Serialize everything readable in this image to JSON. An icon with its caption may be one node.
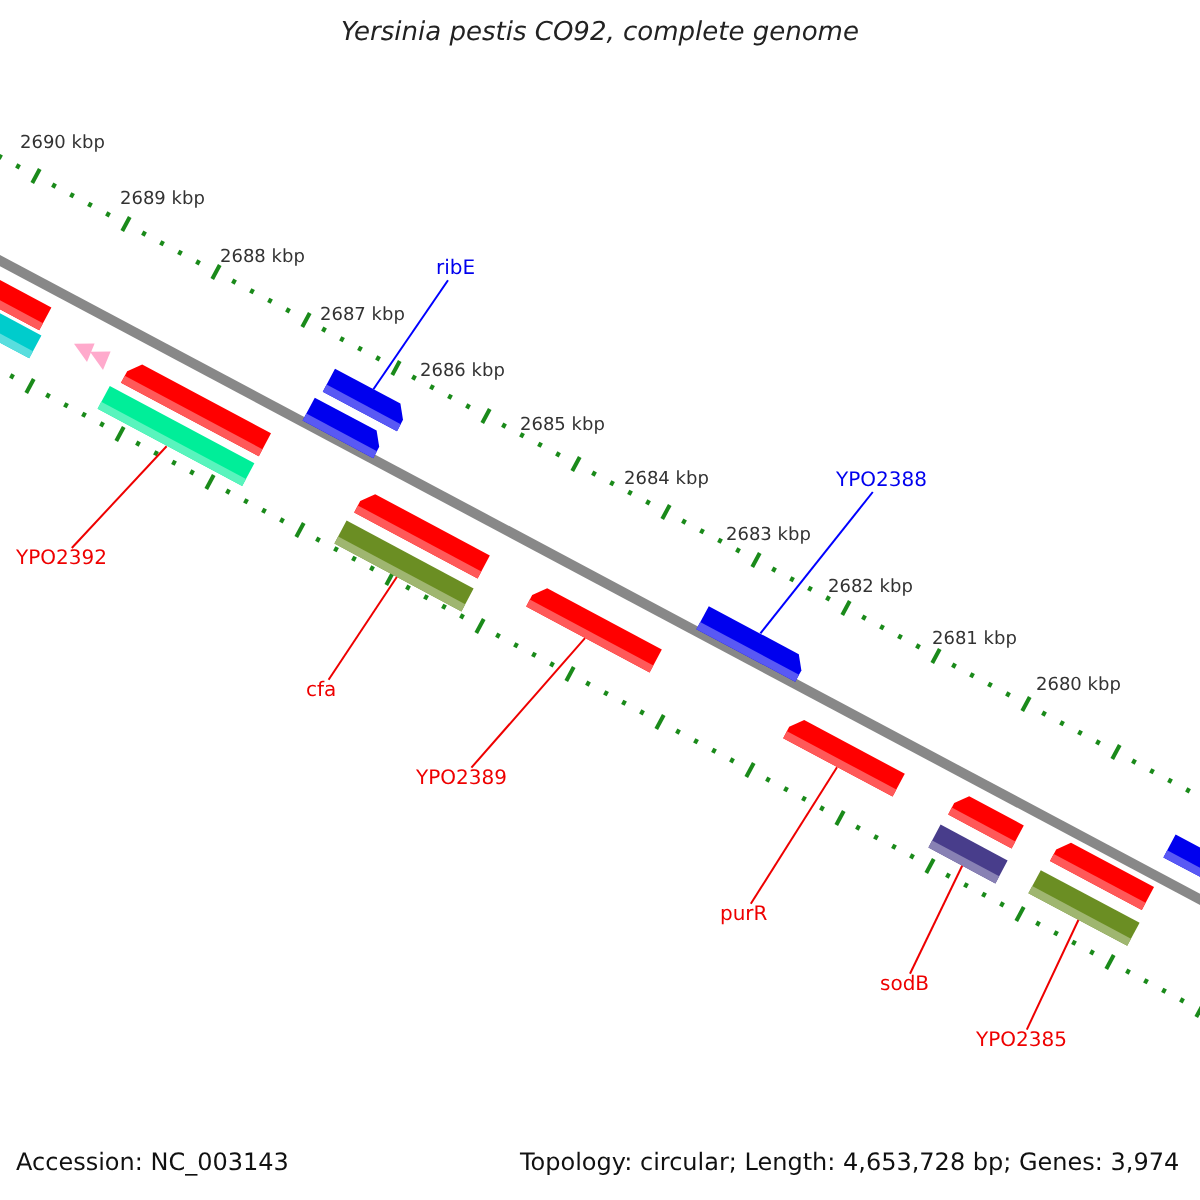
{
  "diagram": {
    "title": "Yersinia pestis CO92, complete genome",
    "nodes": [
      {
        "text": [
          "ribE"
        ]
      },
      {
        "text": [
          "YPO2388"
        ]
      },
      {
        "text": [
          "YPO2392"
        ]
      },
      {
        "text": [
          "cfa"
        ]
      },
      {
        "text": [
          "YPO2389"
        ]
      },
      {
        "text": [
          "purR"
        ]
      },
      {
        "text": [
          "sodB"
        ]
      },
      {
        "text": [
          "YPO2385"
        ]
      },
      {
        "text": [],
        "shape": "bar"
      },
      {
        "text": [],
        "shape": "bar"
      },
      {
        "text": [],
        "shape": "triangle"
      },
      {
        "text": [],
        "shape": "triangle"
      },
      {
        "text": [],
        "shape": "bar"
      },
      {
        "text": [],
        "shape": "bar"
      },
      {
        "text": [],
        "shape": "bar"
      },
      {
        "text": [],
        "shape": "bar"
      },
      {
        "text": [],
        "shape": "bar"
      },
      {
        "text": [],
        "shape": "bar"
      },
      {
        "text": [],
        "shape": "bar"
      },
      {
        "text": [],
        "shape": "bar"
      },
      {
        "text": [],
        "shape": "bar"
      },
      {
        "text": [],
        "shape": "bar"
      },
      {
        "text": [],
        "shape": "bar"
      },
      {
        "text": [],
        "shape": "bar"
      },
      {
        "text": [],
        "shape": "bar"
      },
      {
        "text": [],
        "shape": "bar"
      }
    ],
    "edges": [
      {
        "from": 0,
        "to": 15,
        "arrow": "none",
        "color": "#0000ff"
      },
      {
        "from": 1,
        "to": 19,
        "arrow": "none",
        "color": "#0000ff"
      },
      {
        "from": 2,
        "to": 12,
        "arrow": "none"
      },
      {
        "from": 3,
        "to": 16,
        "arrow": "none"
      },
      {
        "from": 4,
        "to": 18,
        "arrow": "none"
      },
      {
        "from": 5,
        "to": 20,
        "arrow": "none"
      },
      {
        "from": 6,
        "to": 21,
        "arrow": "none"
      },
      {
        "from": 7,
        "to": 23,
        "arrow": "none"
      }
    ],
    "labels": [
      "2690 kbp",
      "2689 kbp",
      "2688 kbp",
      "2687 kbp",
      "2686 kbp",
      "2685 kbp",
      "2684 kbp",
      "2683 kbp",
      "2682 kbp",
      "2681 kbp",
      "2680 kbp",
      "Accession: NC_003143",
      "Topology: circular; Length: 4,653,728 bp; Genes: 3,974"
    ]
  }
}
